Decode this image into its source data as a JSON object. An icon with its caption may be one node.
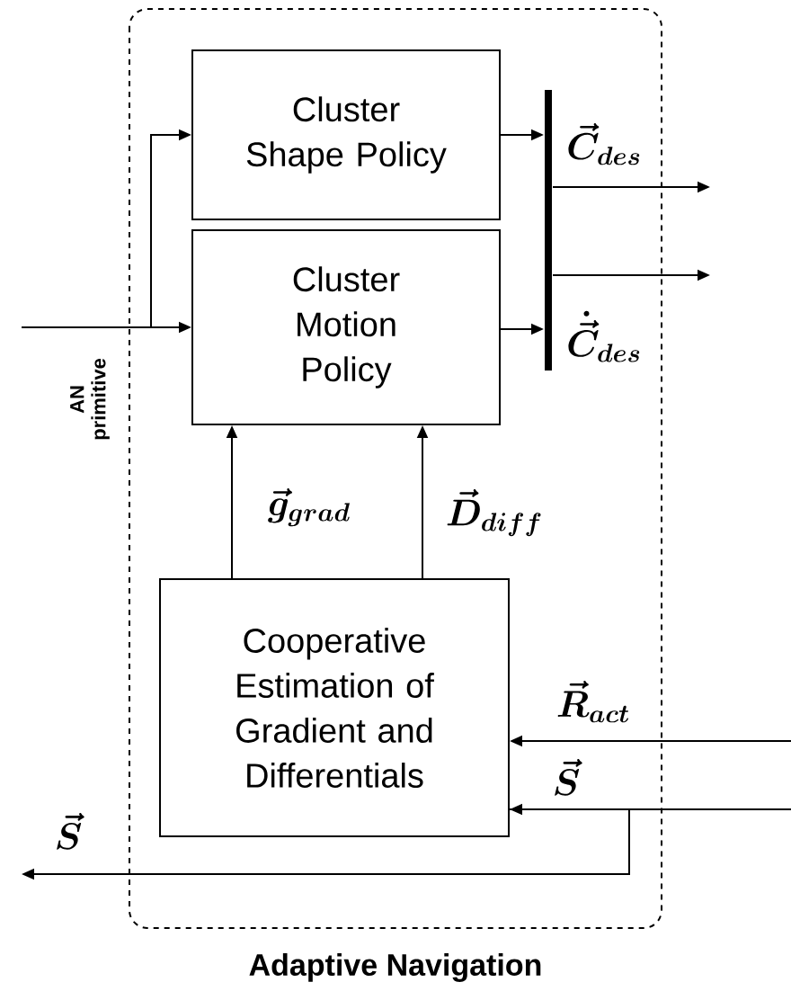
{
  "diagram": {
    "nodes": [
      {
        "text": [
          "Adaptive Navigation"
        ]
      },
      {
        "text": [
          "Cluster Shape Policy"
        ],
        "in": 0
      },
      {
        "text": [
          "Cluster Motion Policy"
        ],
        "in": 0
      },
      {
        "text": [
          "Cooperative Estimation of Gradient and Differentials"
        ],
        "in": 0
      },
      {
        "text": [],
        "shape": "bar",
        "in": 0
      }
    ],
    "edges": [
      {
        "from": null,
        "to": 2,
        "arrow": "to",
        "label": "AN primitive"
      },
      {
        "from": null,
        "to": 1,
        "arrow": "to"
      },
      {
        "from": 1,
        "to": 4,
        "arrow": "to"
      },
      {
        "from": 2,
        "to": 4,
        "arrow": "to"
      },
      {
        "from": 4,
        "to": null,
        "arrow": "to",
        "label": "\\vec{C}_{des}"
      },
      {
        "from": 4,
        "to": null,
        "arrow": "to",
        "label": "\\dot{\\vec{C}}_{des}"
      },
      {
        "from": 3,
        "to": 2,
        "arrow": "to",
        "label": "\\vec{g}_{grad}"
      },
      {
        "from": 3,
        "to": 2,
        "arrow": "to",
        "label": "\\vec{D}_{diff}"
      },
      {
        "from": null,
        "to": 3,
        "arrow": "to",
        "label": "\\vec{R}_{act}"
      },
      {
        "from": null,
        "to": 3,
        "arrow": "to",
        "label": "\\vec{S}"
      },
      {
        "from": 3,
        "to": null,
        "arrow": "to",
        "label": "\\vec{S}"
      }
    ]
  }
}
